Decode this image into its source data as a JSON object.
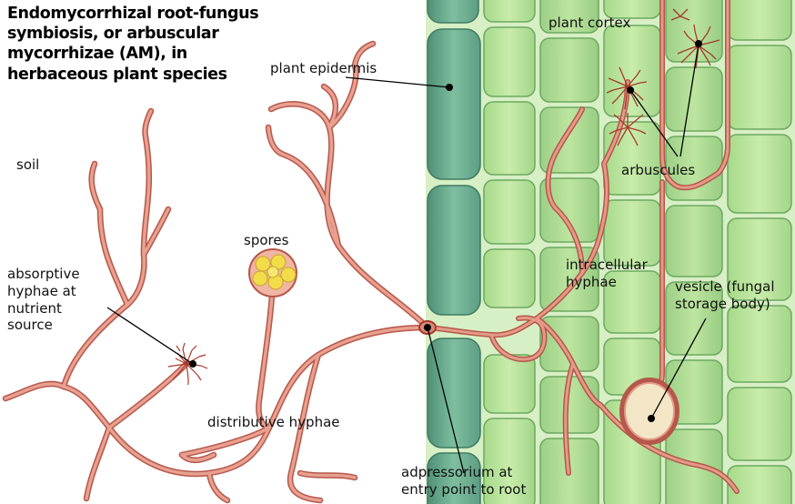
{
  "title_lines": [
    "Endomycorrhizal root-fungus",
    "symbiosis, or arbuscular",
    "mycorrhizae (AM), in",
    "herbaceous plant species"
  ],
  "labels": {
    "soil": "soil",
    "plant_epidermis": "plant epidermis",
    "plant_cortex": "plant cortex",
    "arbuscules": "arbuscules",
    "spores": "spores",
    "absorptive_hyphae": [
      "absorptive",
      "hyphae at",
      "nutrient",
      "source"
    ],
    "intracellular_hyphae": [
      "intracellular",
      "hyphae"
    ],
    "vesicle": [
      "vesicle (fungal",
      "storage body)"
    ],
    "distributive_hyphae": "distributive hyphae",
    "adpressorium": [
      "adpressorium at",
      "entry point to root"
    ]
  },
  "colors": {
    "background": "#ffffff",
    "epidermis_cell": "#6faa8f",
    "cortex_cell": "#a9d98f",
    "hypha": "#d98a78",
    "hypha_outline": "#b5574a",
    "spore": "#f2dc4a",
    "arbuscule": "#b23a2a"
  }
}
